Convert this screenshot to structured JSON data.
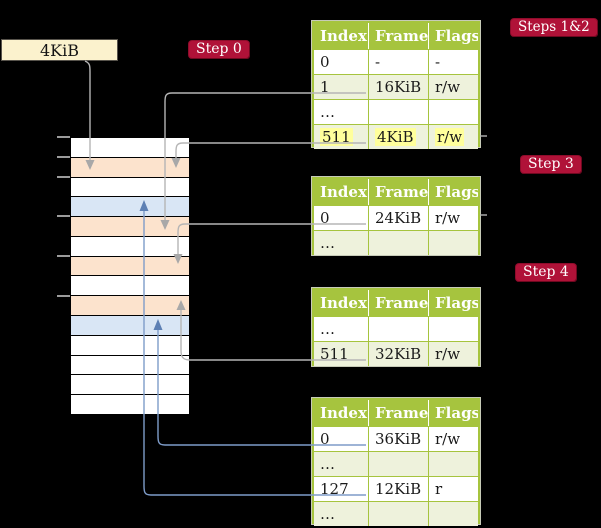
{
  "frame_box": {
    "label": "4KiB"
  },
  "badges": {
    "step0": "Step 0",
    "steps12": "Steps 1&2",
    "step3": "Step 3",
    "step4": "Step 4"
  },
  "memory": {
    "rows": [
      "white",
      "peach",
      "white",
      "blue",
      "peach",
      "white",
      "peach",
      "white",
      "peach",
      "blue",
      "white",
      "white",
      "white",
      "white"
    ]
  },
  "tables": [
    {
      "name": "page-table-steps-1-2",
      "headers": [
        "Index",
        "Frame",
        "Flags"
      ],
      "rows": [
        {
          "cells": [
            "0",
            "-",
            "-"
          ],
          "shade": false,
          "highlight": false
        },
        {
          "cells": [
            "1",
            "16KiB",
            "r/w"
          ],
          "shade": true,
          "highlight": false
        },
        {
          "cells": [
            "…",
            "",
            ""
          ],
          "shade": false,
          "highlight": false
        },
        {
          "cells": [
            "511",
            "4KiB",
            "r/w"
          ],
          "shade": true,
          "highlight": true
        }
      ]
    },
    {
      "name": "page-table-step-3",
      "headers": [
        "Index",
        "Frame",
        "Flags"
      ],
      "rows": [
        {
          "cells": [
            "0",
            "24KiB",
            "r/w"
          ],
          "shade": false,
          "highlight": false
        },
        {
          "cells": [
            "…",
            "",
            ""
          ],
          "shade": true,
          "highlight": false
        }
      ]
    },
    {
      "name": "page-table-step-4",
      "headers": [
        "Index",
        "Frame",
        "Flags"
      ],
      "rows": [
        {
          "cells": [
            "…",
            "",
            ""
          ],
          "shade": false,
          "highlight": false
        },
        {
          "cells": [
            "511",
            "32KiB",
            "r/w"
          ],
          "shade": true,
          "highlight": false
        }
      ]
    },
    {
      "name": "page-table-final",
      "headers": [
        "Index",
        "Frame",
        "Flags"
      ],
      "rows": [
        {
          "cells": [
            "0",
            "36KiB",
            "r/w"
          ],
          "shade": false,
          "highlight": false
        },
        {
          "cells": [
            "…",
            "",
            ""
          ],
          "shade": true,
          "highlight": false
        },
        {
          "cells": [
            "127",
            "12KiB",
            "r"
          ],
          "shade": false,
          "highlight": false
        },
        {
          "cells": [
            "…",
            "",
            ""
          ],
          "shade": true,
          "highlight": false
        }
      ]
    }
  ],
  "colors": {
    "background": "#000000",
    "table_header_green": "#a6c43e",
    "table_row_green": "#eef2dc",
    "highlight_yellow": "#ffff9c",
    "memory_peach": "#fce3cd",
    "memory_blue": "#d9e6f5",
    "frame_box_cream": "#fbf2cd",
    "badge_red": "#b01238",
    "gray_line": "#b5b5b5",
    "gray_arrow": "#a8a8a8",
    "blue_line": "#7e9cc9",
    "blue_arrow": "#5d80b4"
  }
}
